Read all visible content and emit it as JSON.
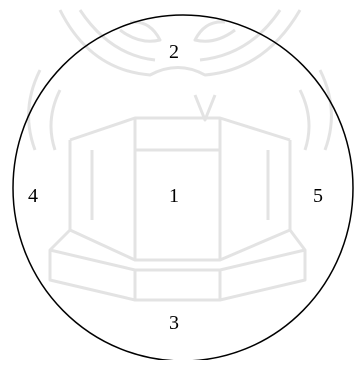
{
  "labels": {
    "center": "1",
    "top": "2",
    "bottom": "3",
    "left": "4",
    "right": "5"
  },
  "colors": {
    "watermark": "#e3e3e3",
    "circle_stroke": "#000000",
    "text": "#000000"
  }
}
